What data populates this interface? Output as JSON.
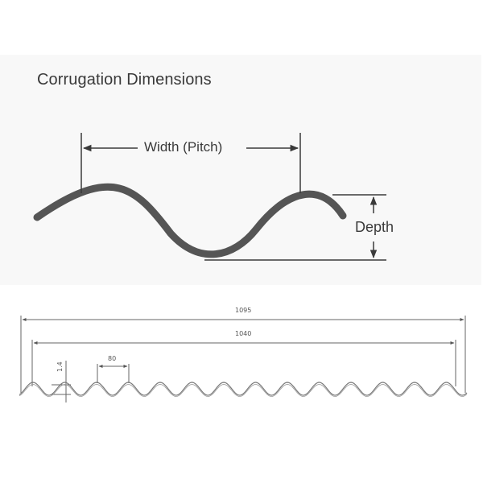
{
  "diagram": {
    "title": "Corrugation Dimensions",
    "labels": {
      "width": "Width (Pitch)",
      "depth": "Depth"
    },
    "profile": {
      "overall_width": "1095",
      "cover_width": "1040",
      "pitch": "80",
      "depth": "1.4"
    }
  }
}
